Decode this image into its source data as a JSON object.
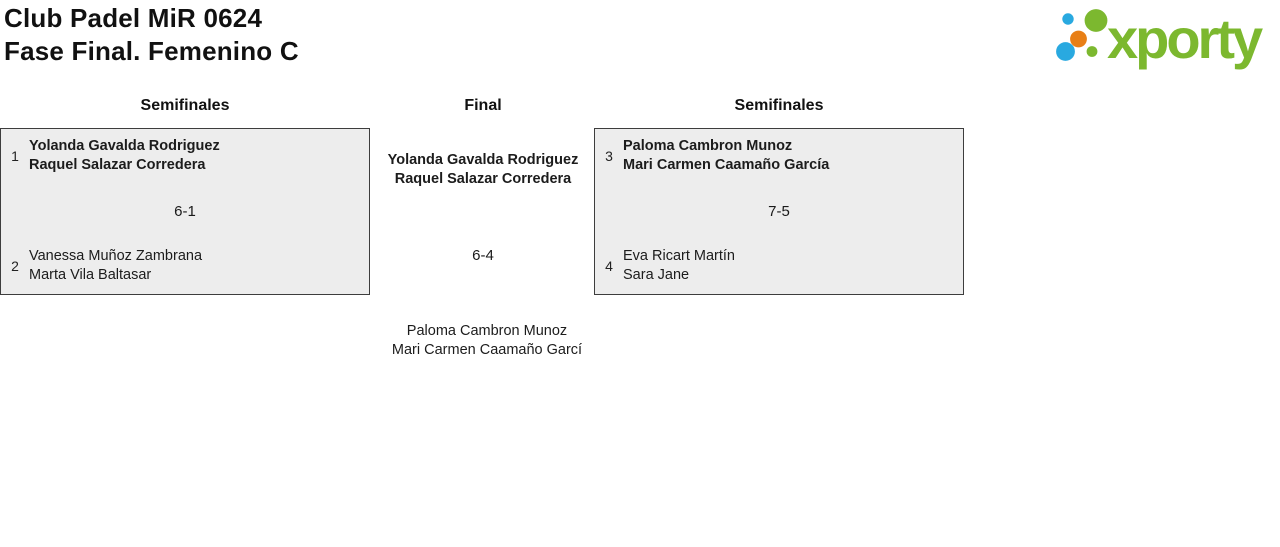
{
  "header": {
    "title_line1": "Club Padel MiR 0624",
    "title_line2": "Fase Final. Femenino C"
  },
  "logo": {
    "brand": "xporty",
    "colors": {
      "green": "#7cb82f",
      "blue": "#29a9e0",
      "orange": "#e87f16"
    }
  },
  "bracket": {
    "round_headers": {
      "left": "Semifinales",
      "center": "Final",
      "right": "Semifinales"
    },
    "semifinal_left": {
      "top_seed": "1",
      "top_players": [
        "Yolanda Gavalda Rodriguez",
        "Raquel Salazar Corredera"
      ],
      "score": "6-1",
      "bottom_seed": "2",
      "bottom_players": [
        "Vanessa Muñoz Zambrana",
        "Marta Vila Baltasar"
      ]
    },
    "final": {
      "winner_players": [
        "Yolanda Gavalda Rodriguez",
        "Raquel Salazar Corredera"
      ],
      "score": "6-4",
      "runner_up_players": [
        "Paloma Cambron Munoz",
        "Mari Carmen Caamaño Garcí"
      ]
    },
    "semifinal_right": {
      "top_seed": "3",
      "top_players": [
        "Paloma Cambron Munoz",
        "Mari Carmen Caamaño García"
      ],
      "score": "7-5",
      "bottom_seed": "4",
      "bottom_players": [
        "Eva Ricart Martín",
        "Sara Jane"
      ]
    }
  }
}
